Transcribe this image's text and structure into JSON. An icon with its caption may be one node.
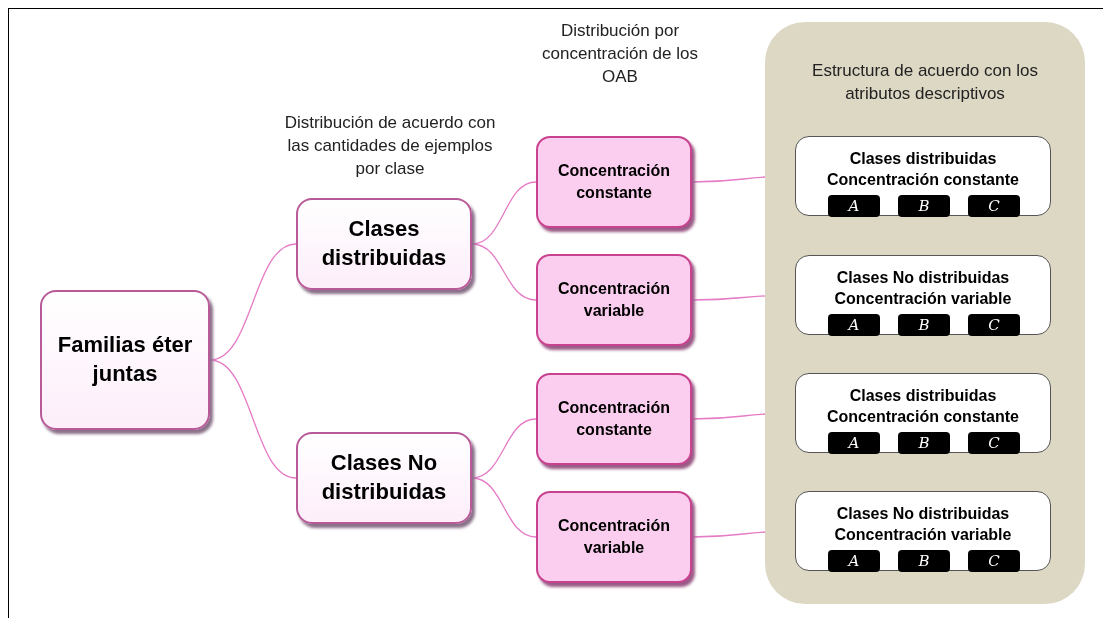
{
  "diagram": {
    "nodes": [
      {
        "text": [
          "Familias éter juntas"
        ]
      },
      {
        "text": [
          "Clases distribuidas"
        ]
      },
      {
        "text": [
          "Clases No distribuidas"
        ]
      },
      {
        "text": [
          "Concentración constante"
        ]
      },
      {
        "text": [
          "Concentración variable"
        ]
      },
      {
        "text": [
          "Concentración constante"
        ]
      },
      {
        "text": [
          "Concentración variable"
        ]
      },
      {
        "text": [
          "Estructura de acuerdo con los atributos descriptivos"
        ]
      },
      {
        "text": [
          "Clases distribuidas",
          "Concentración constante"
        ],
        "in": 7
      },
      {
        "text": [
          "A"
        ],
        "in": 8
      },
      {
        "text": [
          "B"
        ],
        "in": 8
      },
      {
        "text": [
          "C"
        ],
        "in": 8
      },
      {
        "text": [
          "Clases No distribuidas",
          "Concentración variable"
        ],
        "in": 7
      },
      {
        "text": [
          "A"
        ],
        "in": 12
      },
      {
        "text": [
          "B"
        ],
        "in": 12
      },
      {
        "text": [
          "C"
        ],
        "in": 12
      },
      {
        "text": [
          "Clases distribuidas",
          "Concentración constante"
        ],
        "in": 7
      },
      {
        "text": [
          "A"
        ],
        "in": 16
      },
      {
        "text": [
          "B"
        ],
        "in": 16
      },
      {
        "text": [
          "C"
        ],
        "in": 16
      },
      {
        "text": [
          "Clases No distribuidas",
          "Concentración variable"
        ],
        "in": 7
      },
      {
        "text": [
          "A"
        ],
        "in": 20
      },
      {
        "text": [
          "B"
        ],
        "in": 20
      },
      {
        "text": [
          "C"
        ],
        "in": 20
      }
    ],
    "edges": [
      {
        "from": 0,
        "to": 1,
        "arrow": "none"
      },
      {
        "from": 0,
        "to": 2,
        "arrow": "none"
      },
      {
        "from": 1,
        "to": 3,
        "arrow": "none"
      },
      {
        "from": 1,
        "to": 4,
        "arrow": "none"
      },
      {
        "from": 2,
        "to": 5,
        "arrow": "none"
      },
      {
        "from": 2,
        "to": 6,
        "arrow": "none"
      },
      {
        "from": 3,
        "to": 8,
        "arrow": "none"
      },
      {
        "from": 4,
        "to": 12,
        "arrow": "none"
      },
      {
        "from": 5,
        "to": 16,
        "arrow": "none"
      },
      {
        "from": 6,
        "to": 20,
        "arrow": "none"
      }
    ],
    "labels": [
      "Distribución de acuerdo con las cantidades de ejemplos por clase",
      "Distribución por concentración de los OAB"
    ]
  }
}
